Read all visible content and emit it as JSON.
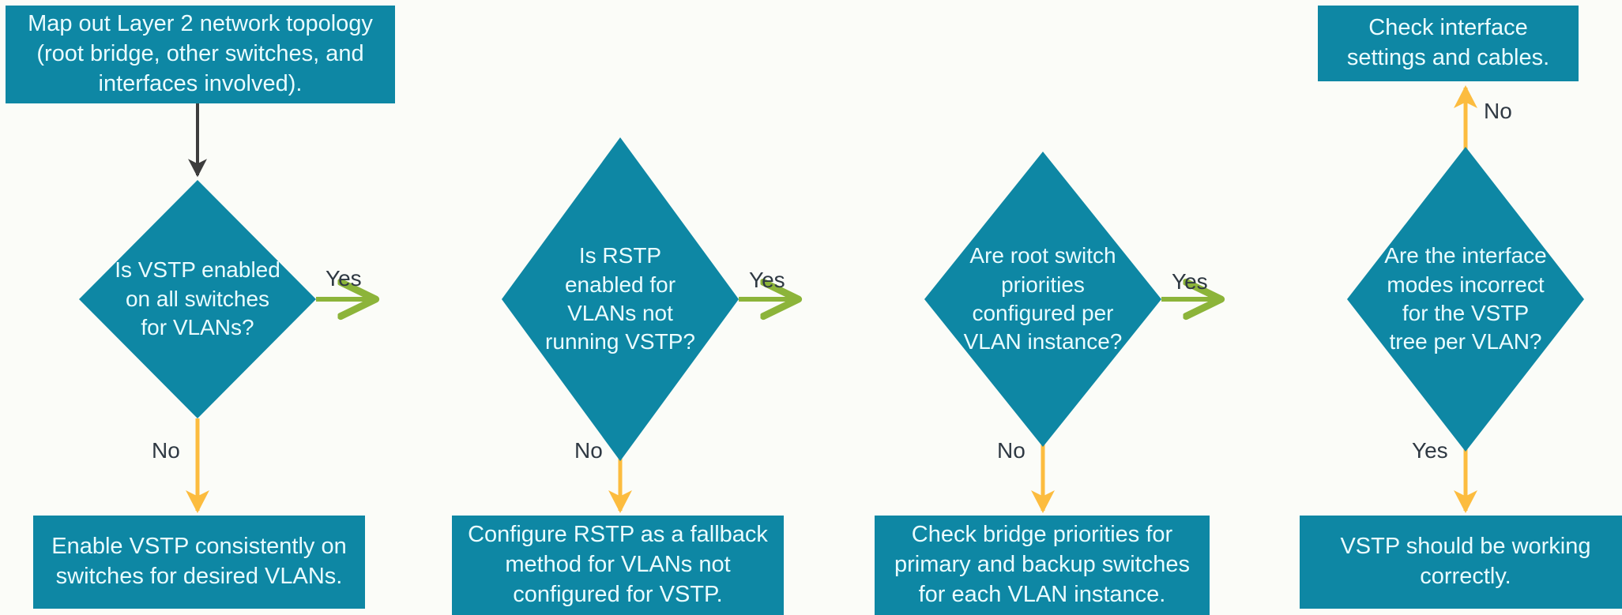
{
  "diagram": {
    "title": "VSTP troubleshooting flowchart",
    "colors": {
      "node_fill": "#0e87a4",
      "node_text": "#eafcff",
      "yes_arrow": "#8cb43a",
      "no_arrow": "#fcbc3f",
      "start_arrow": "#3d3d3d",
      "background": "#fbfcf8",
      "label_text": "#2f3943"
    },
    "nodes": {
      "start": "Map out Layer 2 network topology (root bridge, other switches, and interfaces involved).",
      "decision1": "Is VSTP enabled on all switches for VLANs?",
      "decision2": "Is RSTP enabled for VLANs not running VSTP?",
      "decision3": "Are root switch priorities configured per VLAN instance?",
      "decision4": "Are the interface modes incorrect for the VSTP tree per VLAN?",
      "outcome1": "Enable VSTP consistently on switches for desired VLANs.",
      "outcome2": "Configure RSTP as a fallback method for VLANs not configured for VSTP.",
      "outcome3": "Check bridge priorities for primary and backup switches for each VLAN instance.",
      "outcome4": "VSTP should be working correctly.",
      "outcome_top": "Check interface settings and cables."
    },
    "edge_labels": {
      "yes1": "Yes",
      "yes2": "Yes",
      "yes3": "Yes",
      "no1": "No",
      "no2": "No",
      "no3": "No",
      "yes4": "Yes",
      "no4": "No"
    }
  }
}
